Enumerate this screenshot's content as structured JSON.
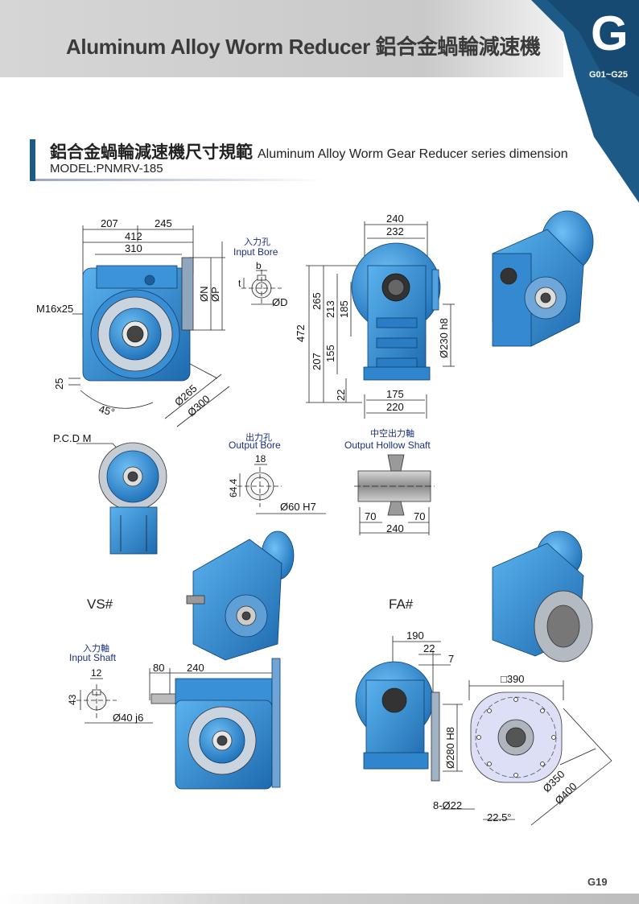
{
  "header": {
    "title": "Aluminum Alloy Worm Reducer 鋁合金蝸輪減速機",
    "section_letter": "G",
    "section_range": "G01~G25"
  },
  "section": {
    "title_zh": "鋁合金蝸輪減速機尺寸規範",
    "title_en": "Aluminum Alloy Worm Gear Reducer series dimension",
    "model": "MODEL:PNMRV-185"
  },
  "front_view": {
    "dims": [
      "207",
      "245",
      "412",
      "310",
      "ØN",
      "ØP",
      "M16x25",
      "25",
      "45°",
      "Ø265",
      "Ø300"
    ]
  },
  "input_bore": {
    "label_zh": "入力孔",
    "label_en": "Input Bore",
    "dims": [
      "b",
      "t",
      "ØD"
    ]
  },
  "side_view": {
    "dims": [
      "240",
      "232",
      "472",
      "265",
      "213",
      "185",
      "155",
      "207",
      "22",
      "Ø230 h8",
      "175",
      "220"
    ]
  },
  "pcd_view": {
    "label": "P.C.D M"
  },
  "output_bore": {
    "label_zh": "出力孔",
    "label_en": "Output Bore",
    "dims": [
      "18",
      "64.4",
      "Ø60 H7"
    ]
  },
  "hollow_shaft": {
    "label_zh": "中空出力軸",
    "label_en": "Output Hollow Shaft",
    "dims": [
      "70",
      "70",
      "240"
    ]
  },
  "views": {
    "vs": "VS#",
    "fa": "FA#"
  },
  "input_shaft": {
    "label_zh": "入力軸",
    "label_en": "Input Shaft",
    "dims": [
      "12",
      "43",
      "Ø40 j6"
    ]
  },
  "vs_drawing": {
    "dims": [
      "80",
      "240"
    ]
  },
  "fa_drawing": {
    "dims": [
      "190",
      "22",
      "7",
      "Ø280 H8",
      "8-Ø22",
      "□390",
      "Ø350",
      "Ø400",
      "22.5°"
    ]
  },
  "footer": {
    "page": "G19"
  },
  "colors": {
    "accent": "#1c5a88",
    "reducer_blue": "#2f8fd6",
    "header_gray": "#c8c8c8"
  }
}
